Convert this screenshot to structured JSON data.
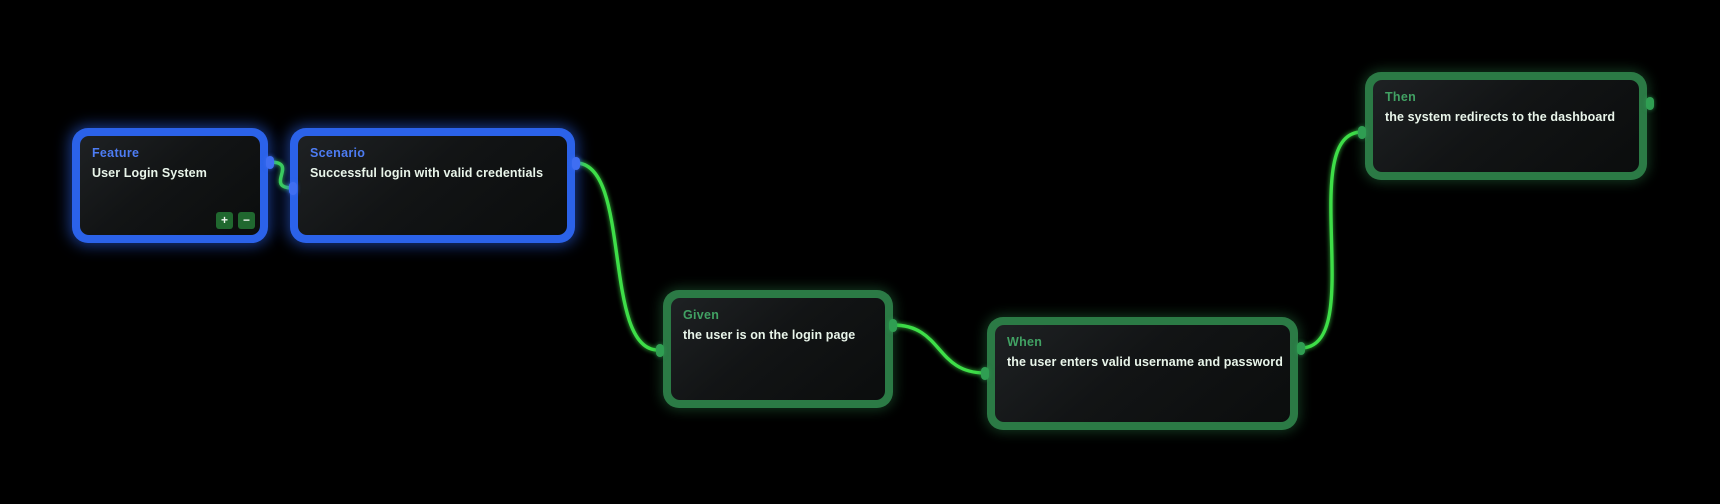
{
  "canvas": {
    "background": "#000000"
  },
  "colors": {
    "blue_node_border": "#2b62e9",
    "blue_label": "#4d7cf3",
    "green_node_border": "#2b7a45",
    "green_label": "#41a163",
    "edge": "#3ede48",
    "handle_blue": "#3f6ef2",
    "handle_green": "#2f9e52",
    "node_text": "#e9f5ea",
    "button_bg": "#20682f",
    "node_panel_bg": "#121415"
  },
  "nodes": [
    {
      "id": "feature",
      "label": "Feature",
      "text": "User Login System",
      "accent": "blue",
      "buttons": [
        {
          "label": "+"
        },
        {
          "label": "−"
        }
      ]
    },
    {
      "id": "scenario",
      "label": "Scenario",
      "text": "Successful login with valid credentials",
      "accent": "blue"
    },
    {
      "id": "given",
      "label": "Given",
      "text": "the user is on the login page",
      "accent": "green"
    },
    {
      "id": "when",
      "label": "When",
      "text": "the user enters valid username and password",
      "accent": "green"
    },
    {
      "id": "then",
      "label": "Then",
      "text": "the system redirects to the dashboard",
      "accent": "green"
    }
  ],
  "edges": [
    {
      "from": "feature",
      "to": "scenario"
    },
    {
      "from": "scenario",
      "to": "given"
    },
    {
      "from": "given",
      "to": "when"
    },
    {
      "from": "when",
      "to": "then"
    }
  ]
}
